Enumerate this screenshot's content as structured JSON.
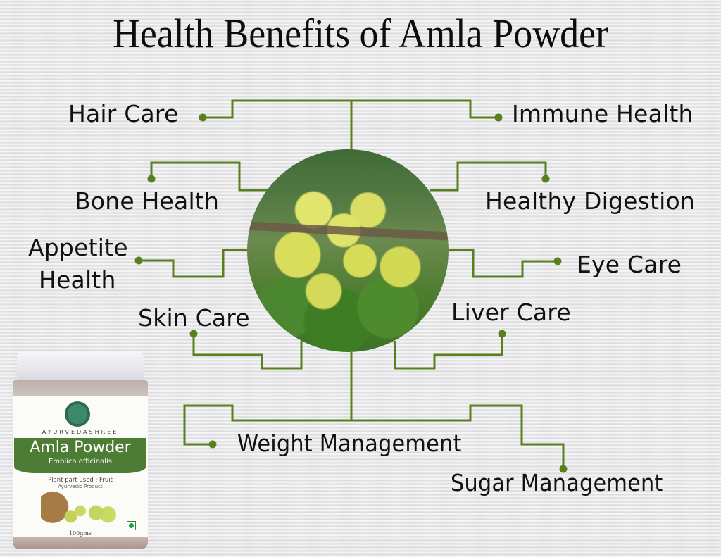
{
  "title": "Health Benefits of Amla Powder",
  "colors": {
    "accent_green": "#5a7f1e",
    "text": "#111111",
    "background": "#e9e9eb"
  },
  "benefits": {
    "hair_care": "Hair Care",
    "immune_health": "Immune Health",
    "bone_health": "Bone Health",
    "healthy_digestion": "Healthy Digestion",
    "appetite_health_line1": "Appetite",
    "appetite_health_line2": "Health",
    "eye_care": "Eye Care",
    "skin_care": "Skin Care",
    "liver_care": "Liver Care",
    "weight_management": "Weight Management",
    "sugar_management": "Sugar Management"
  },
  "center_image": {
    "subject": "amla fruits on branch"
  },
  "product": {
    "brand": "AYURVEDASHREE",
    "name": "Amla Powder",
    "botanical": "Emblica officinalis",
    "plant_part": "Plant part used : Fruit",
    "category": "Ayurvedic Product",
    "weight": "100gms",
    "veg_mark": "veg-symbol"
  }
}
